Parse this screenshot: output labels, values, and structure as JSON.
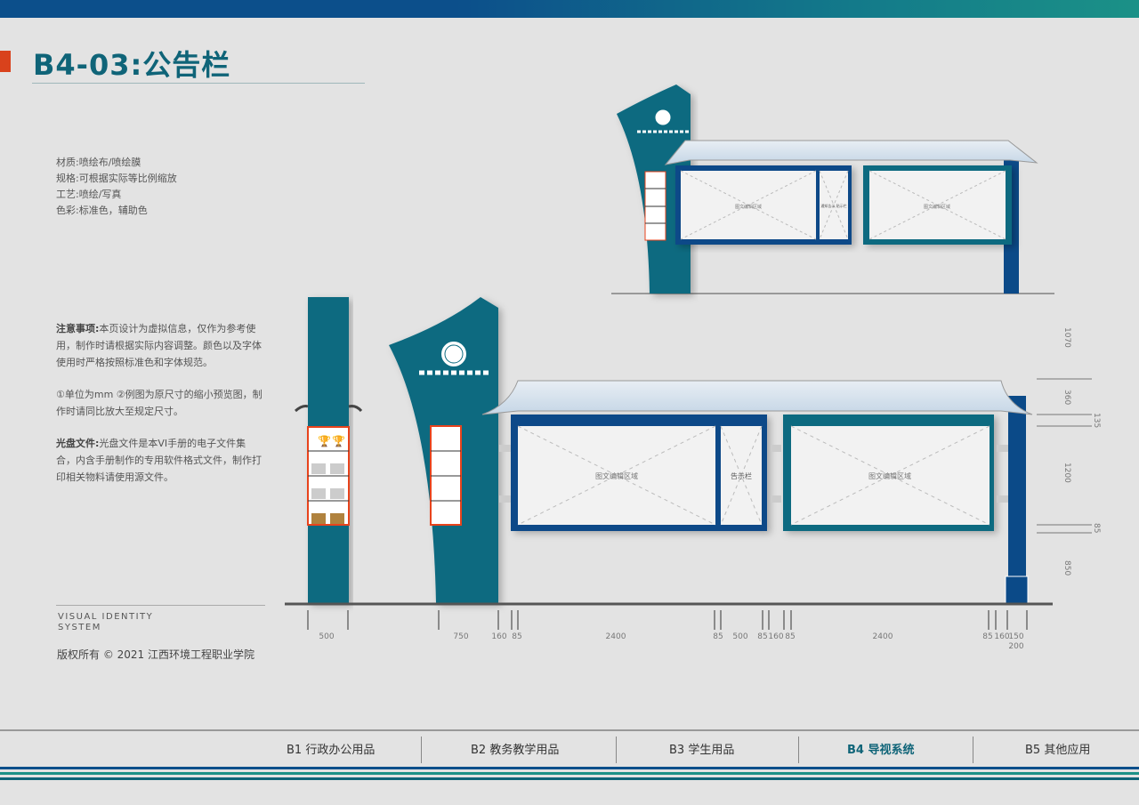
{
  "header": {
    "title": "B4-03:公告栏"
  },
  "specs": [
    {
      "label": "材质:",
      "value": "喷绘布/喷绘膜"
    },
    {
      "label": "规格:",
      "value": "可根据实际等比例缩放"
    },
    {
      "label": "工艺:",
      "value": "喷绘/写真"
    },
    {
      "label": "色彩:",
      "value": "标准色，辅助色"
    }
  ],
  "notes": {
    "attention_label": "注意事项:",
    "attention_text": "本页设计为虚拟信息，仅作为参考使用，制作时请根据实际内容调整。颜色以及字体使用时严格按照标准色和字体规范。",
    "units_text": "①单位为mm  ②例图为原尺寸的缩小预览图，制作时请同比放大至规定尺寸。",
    "disc_label": "光盘文件:",
    "disc_text": "光盘文件是本VI手册的电子文件集合，内含手册制作的专用软件格式文件，制作打印相关物料请使用源文件。"
  },
  "footer_left": {
    "vi_line1": "VISUAL IDENTITY",
    "vi_line2": "SYSTEM",
    "copyright": "版权所有  © 2021  江西环境工程职业学院"
  },
  "drawing": {
    "panel_label": "图文编辑区域",
    "notice_label": "告示栏",
    "notice_label_small": "通知告示 贴示栏",
    "horizontal_dims": [
      "500",
      "750",
      "160",
      "85",
      "2400",
      "85",
      "500",
      "85",
      "160",
      "85",
      "2400",
      "85",
      "160",
      "150",
      "200"
    ],
    "vertical_dims": [
      "1070",
      "360",
      "135",
      "1200",
      "85",
      "850"
    ],
    "colors": {
      "teal": "#0d6b80",
      "blue": "#0b4a88",
      "accent": "#e8431c",
      "panel": "#f2f2f2"
    }
  },
  "nav": {
    "items": [
      {
        "label": "B1 行政办公用品",
        "active": false
      },
      {
        "label": "B2 教务教学用品",
        "active": false
      },
      {
        "label": "B3 学生用品",
        "active": false
      },
      {
        "label": "B4 导视系统",
        "active": true
      },
      {
        "label": "B5 其他应用",
        "active": false
      }
    ]
  }
}
